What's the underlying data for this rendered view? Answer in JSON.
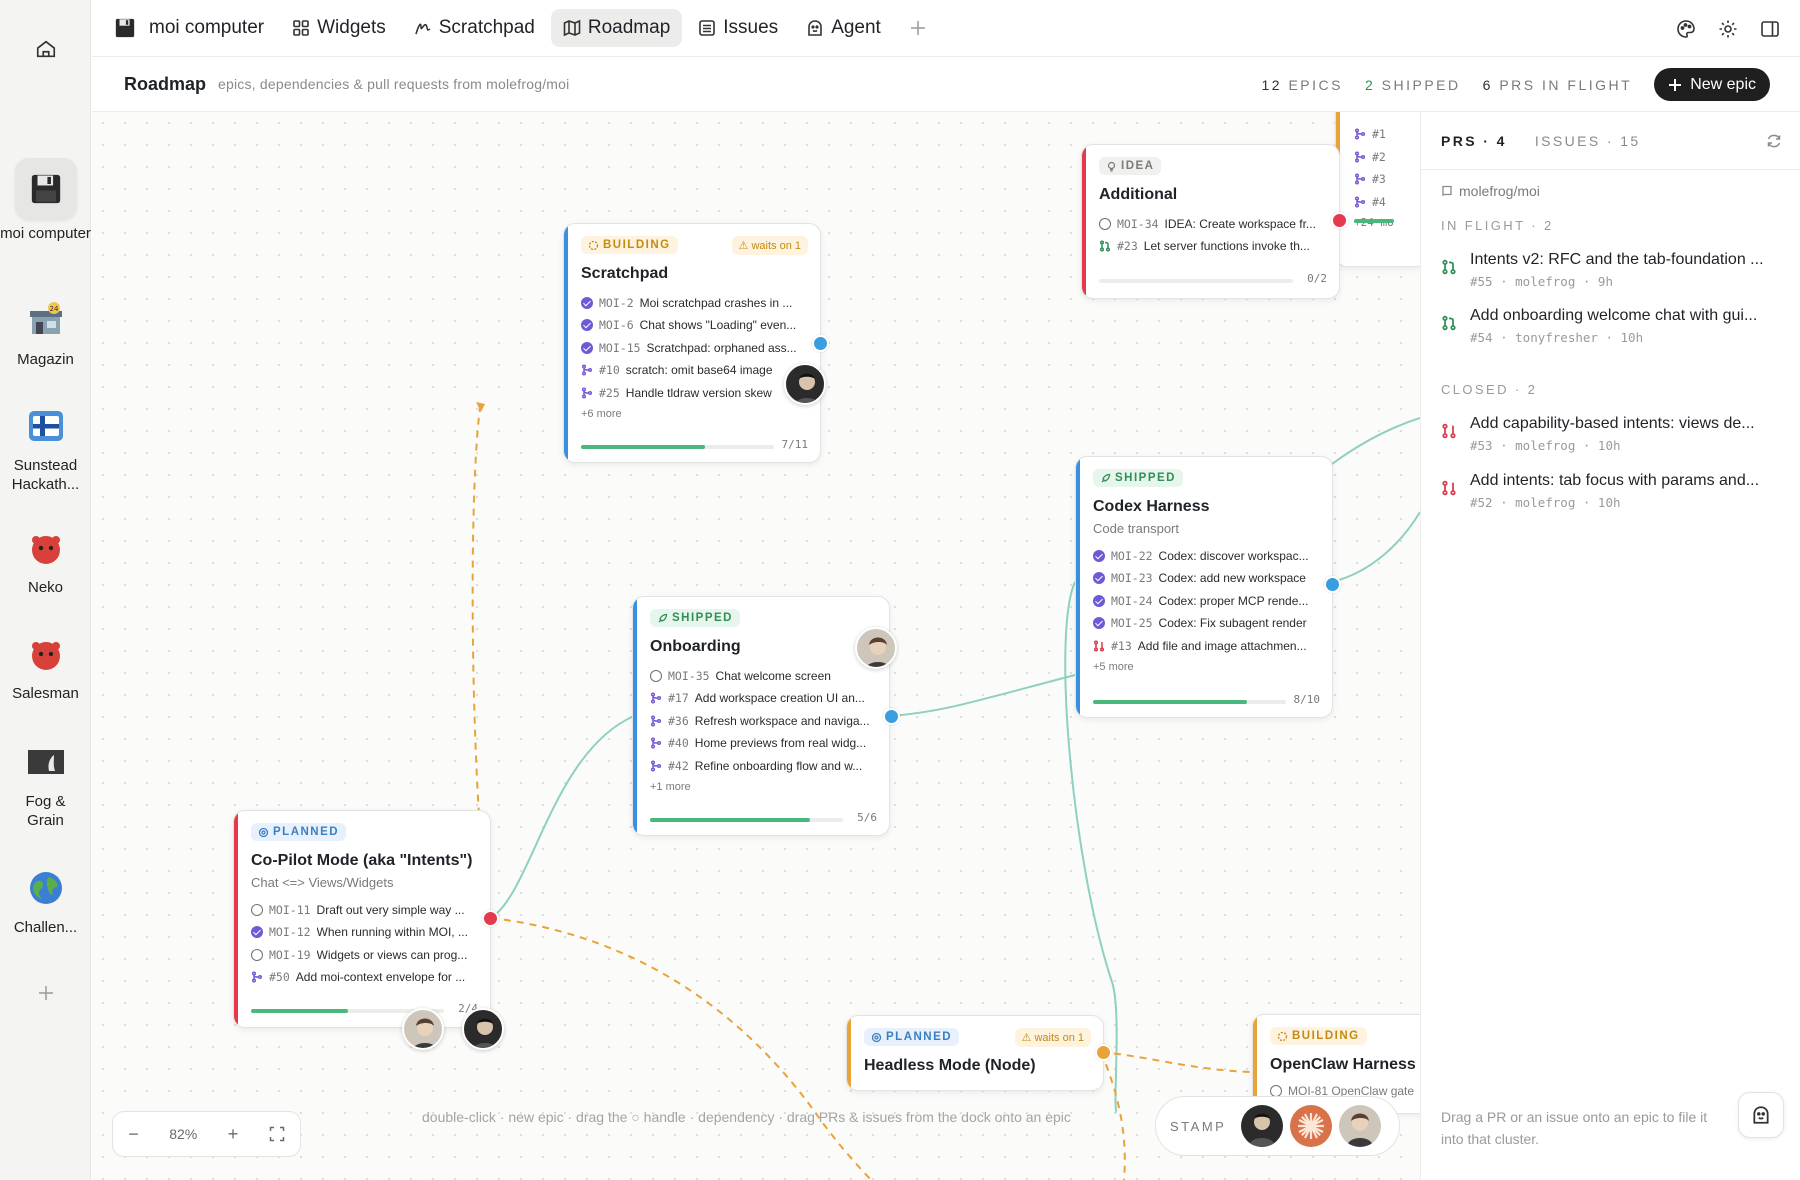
{
  "dock": {
    "items": [
      {
        "label": "moi computer",
        "icon": "floppy-disk-icon"
      },
      {
        "label": "Magazin",
        "icon": "store-icon"
      },
      {
        "label": "Sunstead Hackath...",
        "icon": "finnish-flag-icon"
      },
      {
        "label": "Neko",
        "icon": "red-creature-icon"
      },
      {
        "label": "Salesman",
        "icon": "red-creature-icon"
      },
      {
        "label": "Fog & Grain",
        "icon": "photo-thumbnail-icon"
      },
      {
        "label": "Challen...",
        "icon": "globe-icon"
      }
    ]
  },
  "app": {
    "title": "moi computer"
  },
  "tabs": [
    {
      "label": "Widgets",
      "icon": "grid-icon"
    },
    {
      "label": "Scratchpad",
      "icon": "scribble-icon"
    },
    {
      "label": "Roadmap",
      "icon": "map-icon",
      "active": true
    },
    {
      "label": "Issues",
      "icon": "list-icon"
    },
    {
      "label": "Agent",
      "icon": "agent-icon"
    }
  ],
  "header": {
    "title": "Roadmap",
    "subtitle": "epics, dependencies & pull requests from molefrog/moi",
    "stats": {
      "epics_count": "12",
      "epics_label": "EPICS",
      "shipped_count": "2",
      "shipped_label": "SHIPPED",
      "prs_count": "6",
      "prs_label": "PRS IN FLIGHT"
    },
    "new_epic_label": "New epic"
  },
  "colors": {
    "shipped": "#2f8f56",
    "building": "#e8a33a",
    "planned": "#3a7fc5",
    "danger": "#e5394d",
    "progress": "#4ab77d",
    "dependency": "#e8a33a",
    "link": "#8fd0c0"
  },
  "epics": {
    "scratchpad": {
      "status": "BUILDING",
      "waits": "waits on 1",
      "title": "Scratchpad",
      "items": [
        {
          "type": "done",
          "id": "MOI-2",
          "text": "Moi scratchpad crashes in ..."
        },
        {
          "type": "done",
          "id": "MOI-6",
          "text": "Chat shows \"Loading\" even..."
        },
        {
          "type": "done",
          "id": "MOI-15",
          "text": "Scratchpad: orphaned ass..."
        },
        {
          "type": "pr",
          "id": "#10",
          "text": "scratch: omit base64 image"
        },
        {
          "type": "pr",
          "id": "#25",
          "text": "Handle tldraw version skew"
        }
      ],
      "more": "+6 more",
      "progress": 0.64,
      "count": "7/11"
    },
    "additional": {
      "status": "IDEA",
      "title": "Additional",
      "items": [
        {
          "type": "open",
          "id": "MOI-34",
          "text": "IDEA: Create workspace fr..."
        },
        {
          "type": "pr-open",
          "id": "#23",
          "text": "Let server functions invoke th..."
        }
      ],
      "progress": 0,
      "count": "0/2"
    },
    "onboarding": {
      "status": "SHIPPED",
      "title": "Onboarding",
      "items": [
        {
          "type": "open",
          "id": "MOI-35",
          "text": "Chat welcome screen"
        },
        {
          "type": "pr",
          "id": "#17",
          "text": "Add workspace creation UI an..."
        },
        {
          "type": "pr",
          "id": "#36",
          "text": "Refresh workspace and naviga..."
        },
        {
          "type": "pr",
          "id": "#40",
          "text": "Home previews from real widg..."
        },
        {
          "type": "pr",
          "id": "#42",
          "text": "Refine onboarding flow and w..."
        }
      ],
      "more": "+1 more",
      "progress": 0.83,
      "count": "5/6"
    },
    "codex": {
      "status": "SHIPPED",
      "title": "Codex Harness",
      "subtitle": "Code transport",
      "items": [
        {
          "type": "done",
          "id": "MOI-22",
          "text": "Codex: discover workspac..."
        },
        {
          "type": "done",
          "id": "MOI-23",
          "text": "Codex: add new workspace"
        },
        {
          "type": "done",
          "id": "MOI-24",
          "text": "Codex: proper MCP rende..."
        },
        {
          "type": "done",
          "id": "MOI-25",
          "text": "Codex: Fix subagent render"
        },
        {
          "type": "pr-closed",
          "id": "#13",
          "text": "Add file and image attachmen..."
        }
      ],
      "more": "+5 more",
      "progress": 0.8,
      "count": "8/10"
    },
    "copilot": {
      "status": "PLANNED",
      "title": "Co-Pilot Mode (aka \"Intents\")",
      "subtitle": "Chat <=> Views/Widgets",
      "items": [
        {
          "type": "open",
          "id": "MOI-11",
          "text": "Draft out very simple way ..."
        },
        {
          "type": "done",
          "id": "MOI-12",
          "text": "When running within MOI, ..."
        },
        {
          "type": "open",
          "id": "MOI-19",
          "text": "Widgets or views can prog..."
        },
        {
          "type": "pr",
          "id": "#50",
          "text": "Add moi-context envelope for ..."
        }
      ],
      "progress": 0.5,
      "count": "2/4"
    },
    "headless": {
      "status": "PLANNED",
      "waits": "waits on 1",
      "title": "Headless Mode (Node)"
    },
    "openclaw": {
      "status": "BUILDING",
      "title": "OpenClaw Harness",
      "peek": "MOI-81 OpenClaw gate"
    },
    "partial_top": {
      "prs": [
        "#1",
        "#2",
        "#3",
        "#4"
      ],
      "more": "+24 mo"
    }
  },
  "zoom": {
    "minus": "−",
    "level": "82%",
    "plus": "+"
  },
  "hint": "double-click · new epic  ·  drag the ○ handle · dependency  ·  drag PRs & issues from the dock onto an epic",
  "stamp": {
    "label": "STAMP"
  },
  "panel": {
    "tabs": [
      {
        "label": "PRS · 4"
      },
      {
        "label": "ISSUES · 15"
      }
    ],
    "repo": "molefrog/moi",
    "in_flight_label": "IN FLIGHT · 2",
    "in_flight": [
      {
        "title": "Intents v2: RFC and the tab-foundation ...",
        "meta": "#55 · molefrog · 9h"
      },
      {
        "title": "Add onboarding welcome chat with gui...",
        "meta": "#54 · tonyfresher · 10h"
      }
    ],
    "closed_label": "CLOSED · 2",
    "closed": [
      {
        "title": "Add capability-based intents: views de...",
        "meta": "#53 · molefrog · 10h"
      },
      {
        "title": "Add intents: tab focus with params and...",
        "meta": "#52 · molefrog · 10h"
      }
    ],
    "drop_hint": "Drag a PR or an issue onto an epic to file it into that cluster."
  }
}
